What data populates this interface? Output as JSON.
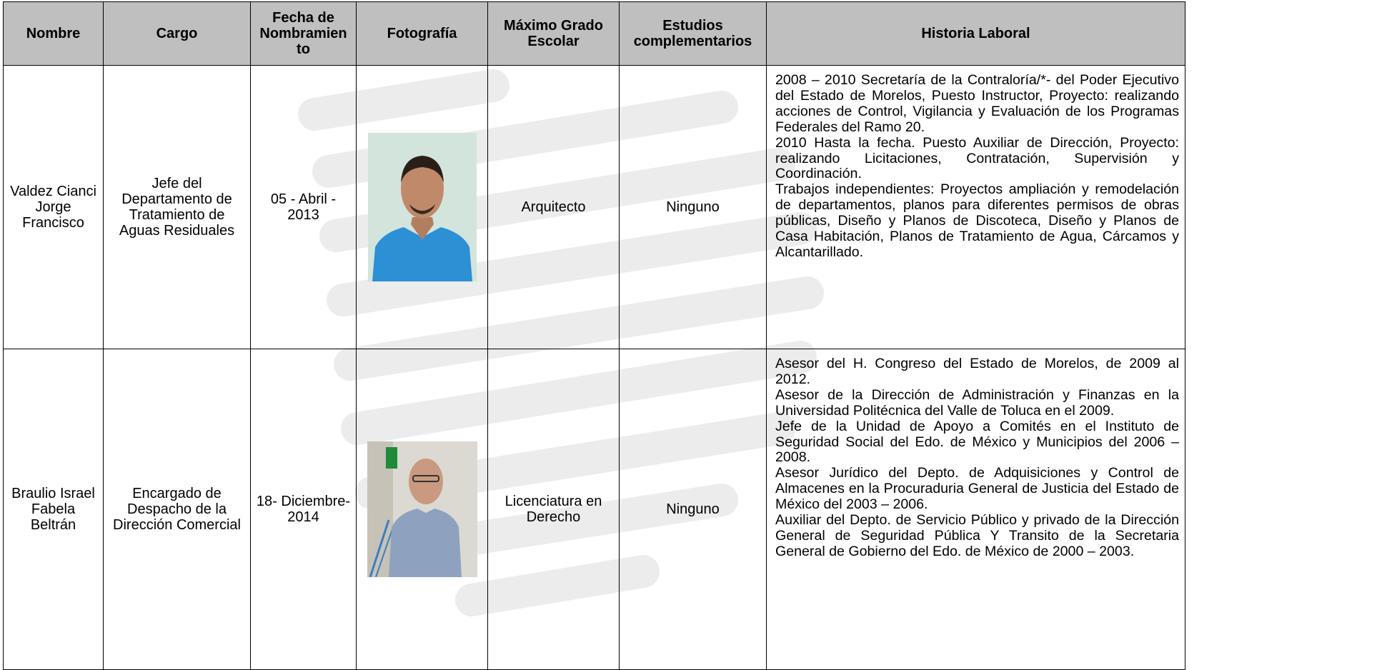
{
  "headers": {
    "nombre": "Nombre",
    "cargo": "Cargo",
    "fecha": "Fecha de Nombramien to",
    "foto": "Fotografía",
    "grado": "Máximo Grado Escolar",
    "estudios": "Estudios complementarios",
    "historia": "Historia Laboral"
  },
  "rows": [
    {
      "nombre": "Valdez Cianci Jorge Francisco",
      "cargo": "Jefe del Departamento de Tratamiento de Aguas Residuales",
      "fecha": "05 - Abril - 2013",
      "grado": "Arquitecto",
      "estudios": "Ninguno",
      "historia": [
        "2008 – 2010 Secretaría de la Contraloría/*- del Poder Ejecutivo del Estado de Morelos, Puesto Instructor, Proyecto: realizando acciones de Control, Vigilancia y Evaluación de los Programas Federales del Ramo 20.",
        "2010 Hasta la fecha. Puesto Auxiliar de Dirección, Proyecto: realizando Licitaciones, Contratación, Supervisión y Coordinación.",
        "Trabajos independientes: Proyectos ampliación y remodelación de departamentos, planos para diferentes permisos de obras públicas, Diseño y Planos de Discoteca, Diseño y Planos de Casa Habitación, Planos de Tratamiento de Agua, Cárcamos y Alcantarillado."
      ],
      "photo_colors": {
        "bg": "#d3e4dc",
        "shirt": "#2d8fd4",
        "skin": "#c08a6a",
        "hair": "#2a1f18"
      }
    },
    {
      "nombre": "Braulio Israel Fabela Beltrán",
      "cargo": "Encargado de Despacho de la Dirección Comercial",
      "fecha": "18- Diciembre- 2014",
      "grado": "Licenciatura en Derecho",
      "estudios": "Ninguno",
      "historia": [
        "Asesor del H. Congreso del Estado de Morelos, de 2009 al 2012.",
        "Asesor de la Dirección de Administración y Finanzas en la Universidad Politécnica del Valle de Toluca en el 2009.",
        "Jefe de la Unidad de Apoyo a Comités en el Instituto de Seguridad Social del Edo. de México y Municipios del 2006 – 2008.",
        "Asesor Jurídico del Depto. de Adquisiciones y Control de Almacenes en la Procuraduria General de Justicia del Estado de México del 2003 – 2006.",
        "Auxiliar del Depto. de Servicio Público y privado de la Dirección General de Seguridad Pública Y Transito de la Secretaria General de Gobierno del Edo. de México de 2000 – 2003."
      ],
      "photo_colors": {
        "bg": "#dcd9d2",
        "shirt": "#8ea2c0",
        "skin": "#c99a80",
        "sign": "#1f8a3a"
      }
    }
  ],
  "watermark_color": "#ececec"
}
